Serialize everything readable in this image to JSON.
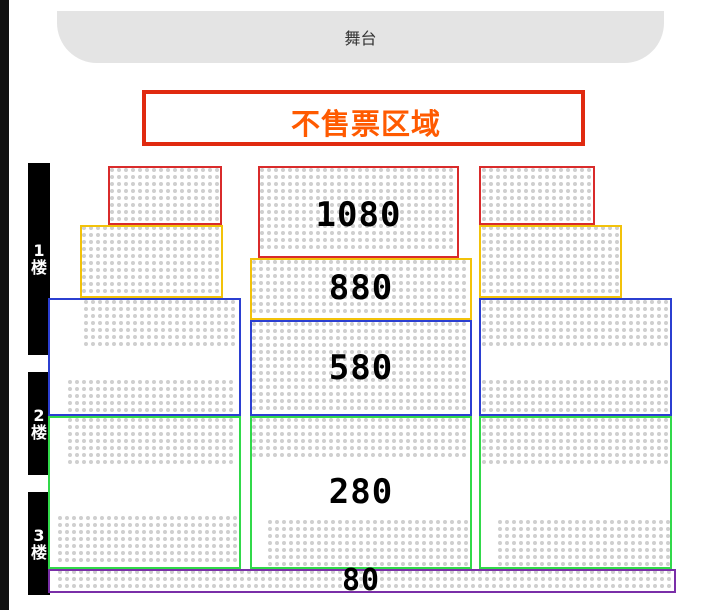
{
  "stage": {
    "label": "舞台"
  },
  "no_sale": {
    "label": "不售票区域",
    "color": "#e02a10"
  },
  "floors": [
    {
      "number": "1",
      "suffix": "楼"
    },
    {
      "number": "2",
      "suffix": "楼"
    },
    {
      "number": "3",
      "suffix": "楼"
    }
  ],
  "prices": [
    {
      "label": "1080",
      "color": "#d92b2b"
    },
    {
      "label": "880",
      "color": "#f2c20a"
    },
    {
      "label": "580",
      "color": "#2b3fd1"
    },
    {
      "label": "280",
      "color": "#31d94a"
    },
    {
      "label": "80",
      "color": "#7a2fa8"
    }
  ]
}
